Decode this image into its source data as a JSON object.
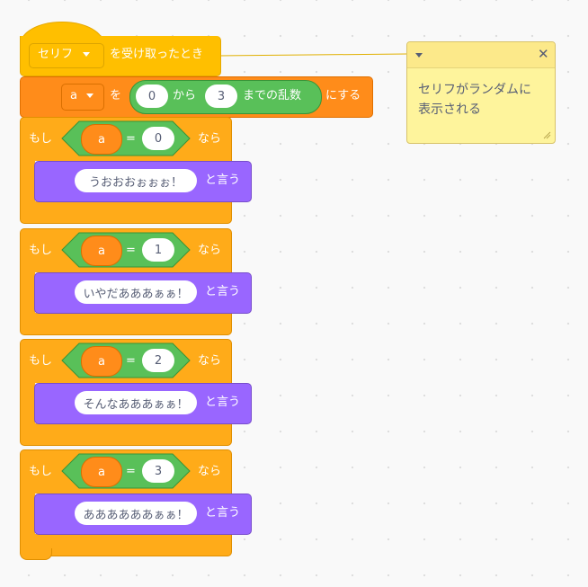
{
  "event_block": {
    "dropdown_value": "セリフ",
    "label": "を受け取ったとき"
  },
  "set_block": {
    "variable": "a",
    "label_to": "を",
    "random_from": "0",
    "label_from": "から",
    "random_to": "3",
    "label_random": "までの乱数",
    "label_set": "にする"
  },
  "if_blocks": [
    {
      "label_if": "もし",
      "variable": "a",
      "operator": "=",
      "value": "0",
      "label_then": "なら",
      "say_text": "うおおおぉぉぉ！",
      "say_label": "と言う"
    },
    {
      "label_if": "もし",
      "variable": "a",
      "operator": "=",
      "value": "1",
      "label_then": "なら",
      "say_text": "いやだあああぁぁ！",
      "say_label": "と言う"
    },
    {
      "label_if": "もし",
      "variable": "a",
      "operator": "=",
      "value": "2",
      "label_then": "なら",
      "say_text": "そんなあああぁぁ！",
      "say_label": "と言う"
    },
    {
      "label_if": "もし",
      "variable": "a",
      "operator": "=",
      "value": "3",
      "label_then": "なら",
      "say_text": "ああああああぁぁ！",
      "say_label": "と言う"
    }
  ],
  "comment": {
    "text_line1": "セリフがランダムに",
    "text_line2": "表示される"
  },
  "colors": {
    "events": "#ffbf00",
    "variables": "#ff8c1a",
    "operators": "#59c059",
    "control": "#ffab19",
    "looks": "#9966ff",
    "comment": "#fef49c"
  }
}
